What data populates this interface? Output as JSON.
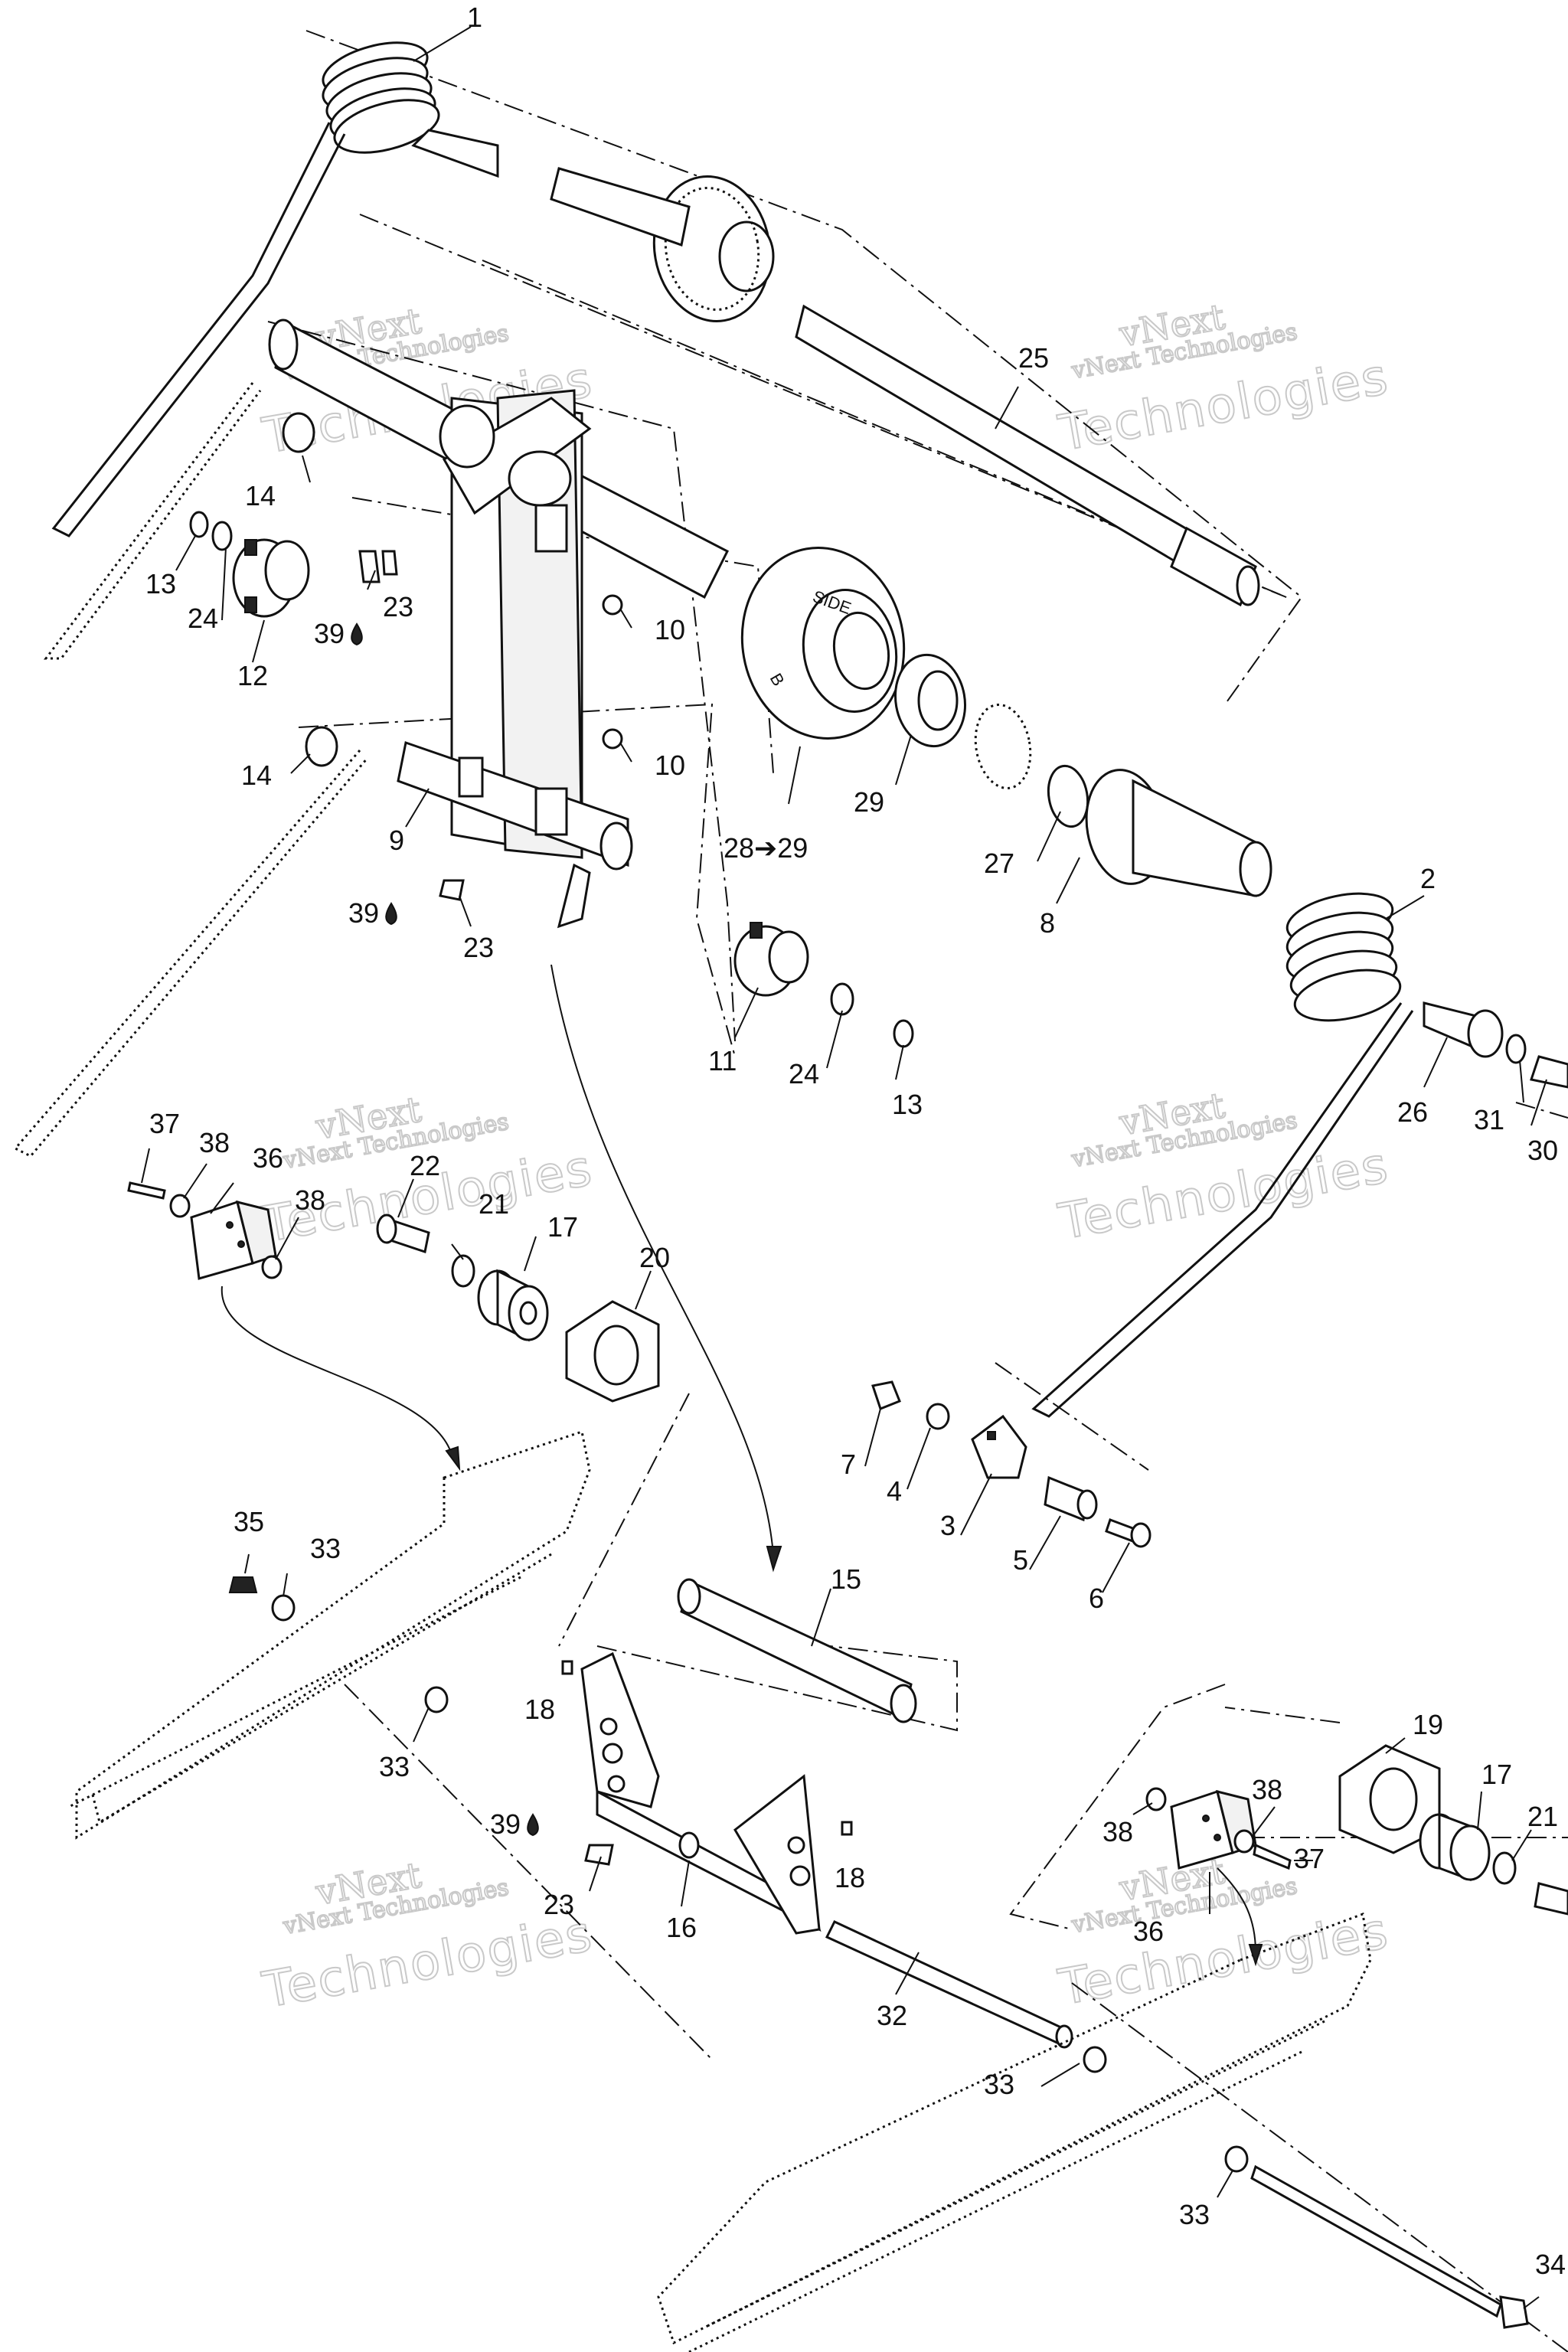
{
  "callouts": [
    {
      "id": "c1",
      "text": "1"
    },
    {
      "id": "c2",
      "text": "2"
    },
    {
      "id": "c3",
      "text": "3"
    },
    {
      "id": "c4",
      "text": "4"
    },
    {
      "id": "c5",
      "text": "5"
    },
    {
      "id": "c6",
      "text": "6"
    },
    {
      "id": "c7",
      "text": "7"
    },
    {
      "id": "c8",
      "text": "8"
    },
    {
      "id": "c9",
      "text": "9"
    },
    {
      "id": "c10a",
      "text": "10"
    },
    {
      "id": "c10b",
      "text": "10"
    },
    {
      "id": "c11",
      "text": "11"
    },
    {
      "id": "c12",
      "text": "12"
    },
    {
      "id": "c13a",
      "text": "13"
    },
    {
      "id": "c13b",
      "text": "13"
    },
    {
      "id": "c14a",
      "text": "14"
    },
    {
      "id": "c14b",
      "text": "14"
    },
    {
      "id": "c15",
      "text": "15"
    },
    {
      "id": "c16",
      "text": "16"
    },
    {
      "id": "c17a",
      "text": "17"
    },
    {
      "id": "c17b",
      "text": "17"
    },
    {
      "id": "c18a",
      "text": "18"
    },
    {
      "id": "c18b",
      "text": "18"
    },
    {
      "id": "c19",
      "text": "19"
    },
    {
      "id": "c20",
      "text": "20"
    },
    {
      "id": "c21a",
      "text": "21"
    },
    {
      "id": "c21b",
      "text": "21"
    },
    {
      "id": "c22",
      "text": "22"
    },
    {
      "id": "c23a",
      "text": "23"
    },
    {
      "id": "c23b",
      "text": "23"
    },
    {
      "id": "c23c",
      "text": "23"
    },
    {
      "id": "c24a",
      "text": "24"
    },
    {
      "id": "c24b",
      "text": "24"
    },
    {
      "id": "c25",
      "text": "25"
    },
    {
      "id": "c26",
      "text": "26"
    },
    {
      "id": "c27",
      "text": "27"
    },
    {
      "id": "c28",
      "text": "28➔29"
    },
    {
      "id": "c29",
      "text": "29"
    },
    {
      "id": "c30",
      "text": "30"
    },
    {
      "id": "c31",
      "text": "31"
    },
    {
      "id": "c32",
      "text": "32"
    },
    {
      "id": "c33a",
      "text": "33"
    },
    {
      "id": "c33b",
      "text": "33"
    },
    {
      "id": "c33c",
      "text": "33"
    },
    {
      "id": "c33d",
      "text": "33"
    },
    {
      "id": "c34",
      "text": "34"
    },
    {
      "id": "c35",
      "text": "35"
    },
    {
      "id": "c36a",
      "text": "36"
    },
    {
      "id": "c36b",
      "text": "36"
    },
    {
      "id": "c37a",
      "text": "37"
    },
    {
      "id": "c37b",
      "text": "37"
    },
    {
      "id": "c38a",
      "text": "38"
    },
    {
      "id": "c38b",
      "text": "38"
    },
    {
      "id": "c38c",
      "text": "38"
    },
    {
      "id": "c38d",
      "text": "38"
    },
    {
      "id": "c39a",
      "text": "39"
    },
    {
      "id": "c39b",
      "text": "39"
    },
    {
      "id": "c39c",
      "text": "39"
    }
  ],
  "part_marking": {
    "ring_text_1": "SIDE",
    "ring_text_2": "B"
  },
  "watermark": {
    "line1": "vNext",
    "line2": "Technologies",
    "line3": "vNext Technologies"
  },
  "colors": {
    "ink": "#111111",
    "watermark": "#c9c9c9",
    "background": "#ffffff"
  }
}
